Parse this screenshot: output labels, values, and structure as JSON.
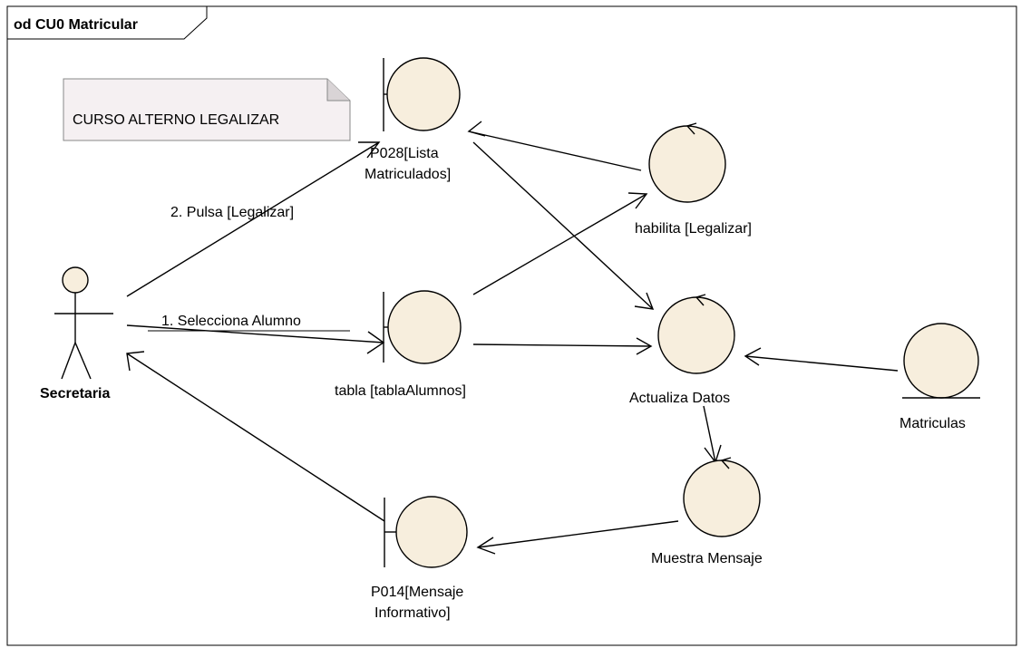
{
  "frame": {
    "title": "od CU0 Matricular"
  },
  "note": {
    "text": "CURSO ALTERNO LEGALIZAR"
  },
  "actor": {
    "name": "Secretaria"
  },
  "boundaries": {
    "lista": {
      "line1": "P028[Lista",
      "line2": "Matriculados]"
    },
    "tabla": {
      "label": "tabla [tablaAlumnos]"
    },
    "mensaje": {
      "line1": "P014[Mensaje",
      "line2": "Informativo]"
    }
  },
  "controls": {
    "habilita": {
      "label": "habilita [Legalizar]"
    },
    "actualiza": {
      "label": "Actualiza Datos"
    },
    "muestra": {
      "label": "Muestra Mensaje"
    }
  },
  "entity": {
    "label": "Matriculas"
  },
  "messages": {
    "pulsa": "2. Pulsa [Legalizar]",
    "selecciona": "1. Selecciona Alumno"
  },
  "colors": {
    "fill": "#f7eedd",
    "note_fill": "#f5f0f2",
    "stroke": "#000000"
  }
}
